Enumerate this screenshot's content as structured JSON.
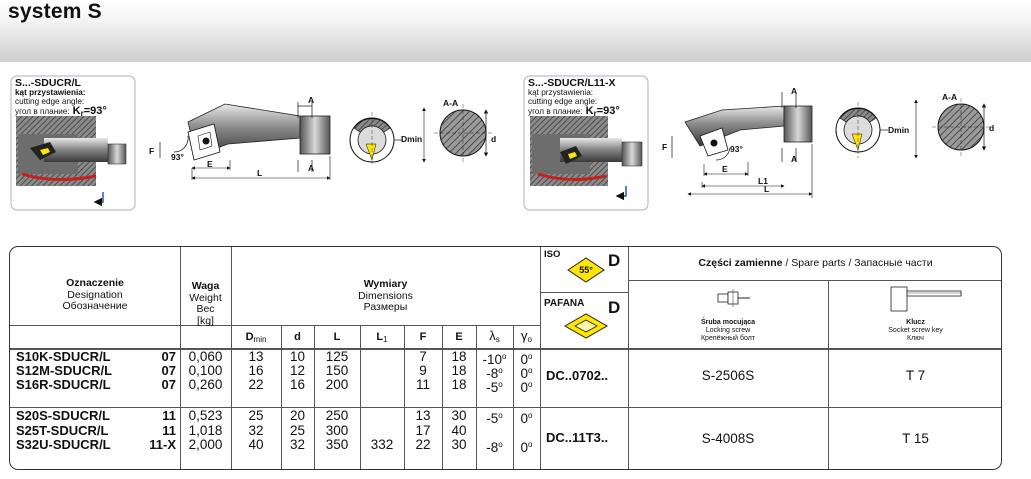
{
  "page": {
    "title": "system S"
  },
  "diagram_left": {
    "name": "S...-SDUCR/L",
    "angle_pl": "kąt przystawienia:",
    "angle_en": "cutting edge angle:",
    "angle_ru": "угол в плание:",
    "kr": "K",
    "kr_sub": "r",
    "kr_val": "=93°",
    "labels": {
      "A_top": "A",
      "A_bottom": "A",
      "F": "F",
      "E": "E",
      "L": "L",
      "angle": "93°",
      "section": "A-A",
      "dmin": "Dmin",
      "d": "d"
    }
  },
  "diagram_right": {
    "name": "S...-SDUCR/L11-X",
    "angle_pl": "kąt przystawienia:",
    "angle_en": "cutting edge angle:",
    "angle_ru": "угол в плание:",
    "kr": "K",
    "kr_sub": "r",
    "kr_val": "=93°",
    "labels": {
      "A_top": "A",
      "A_bottom": "A",
      "F": "F",
      "E": "E",
      "L1": "L1",
      "L": "L",
      "angle": "93°",
      "section": "A-A",
      "dmin": "Dmin",
      "d": "d"
    }
  },
  "table": {
    "designation": {
      "pl": "Oznaczenie",
      "en": "Designation",
      "ru": "Обозначение"
    },
    "weight": {
      "pl": "Waga",
      "en": "Weight",
      "ru": "Вес",
      "unit": "[kg]"
    },
    "dimensions": {
      "pl": "Wymiary",
      "en": "Dimensions",
      "ru": "Размеры"
    },
    "cols": {
      "dmin": "D",
      "dmin_sub": "min",
      "d": "d",
      "L": "L",
      "L1": "L",
      "L1_sub": "1",
      "F": "F",
      "E": "E",
      "lambda": "λ",
      "lambda_sub": "s",
      "gamma": "γ",
      "gamma_sub": "o"
    },
    "iso": {
      "label": "ISO",
      "angle": "55°",
      "letter": "D"
    },
    "pafana": {
      "label": "PAFANA",
      "letter": "D"
    },
    "spare_parts": {
      "pl": "Części zamienne",
      "sep": "/",
      "en": "Spare parts",
      "sep2": "/",
      "ru": "Запасные части"
    },
    "screw": {
      "pl": "Śruba mocująca",
      "en": "Locking screw",
      "ru": "Крепёжный болт"
    },
    "key": {
      "pl": "Klucz",
      "en": "Socket screw key",
      "ru": "Ключ"
    },
    "rows": [
      {
        "code": "S10K-SDUCR/L",
        "size": "07",
        "weight": "0,060",
        "dmin": "13",
        "d": "10",
        "L": "125",
        "L1": "",
        "F": "7",
        "E": "18",
        "lambda": "-10",
        "gamma": "0"
      },
      {
        "code": "S12M-SDUCR/L",
        "size": "07",
        "weight": "0,100",
        "dmin": "16",
        "d": "12",
        "L": "150",
        "L1": "",
        "F": "9",
        "E": "18",
        "lambda": "-8",
        "gamma": "0"
      },
      {
        "code": "S16R-SDUCR/L",
        "size": "07",
        "weight": "0,260",
        "dmin": "22",
        "d": "16",
        "L": "200",
        "L1": "",
        "F": "11",
        "E": "18",
        "lambda": "-5",
        "gamma": "0"
      },
      {
        "code": "S20S-SDUCR/L",
        "size": "11",
        "weight": "0,523",
        "dmin": "25",
        "d": "20",
        "L": "250",
        "L1": "",
        "F": "13",
        "E": "30",
        "lambda": "-5",
        "gamma": "0"
      },
      {
        "code": "S25T-SDUCR/L",
        "size": "11",
        "weight": "1,018",
        "dmin": "32",
        "d": "25",
        "L": "300",
        "L1": "",
        "F": "17",
        "E": "40",
        "lambda": "",
        "gamma": ""
      },
      {
        "code": "S32U-SDUCR/L",
        "size": "11-X",
        "weight": "2,000",
        "dmin": "40",
        "d": "32",
        "L": "350",
        "L1": "332",
        "F": "22",
        "E": "30",
        "lambda": "-8",
        "gamma": "0"
      }
    ],
    "groups": [
      {
        "insert": "DC..0702..",
        "screw": "S-2506S",
        "key": "T 7"
      },
      {
        "insert": "DC..11T3..",
        "screw": "S-4008S",
        "key": "T 15"
      }
    ],
    "degree": "o"
  },
  "colors": {
    "hatch": "#6b6b6b",
    "insert_yellow": "#ffe500",
    "red_accent": "#c81e1e",
    "arrow_blue": "#1e4fb0",
    "panel_border": "#9aa3b3"
  }
}
